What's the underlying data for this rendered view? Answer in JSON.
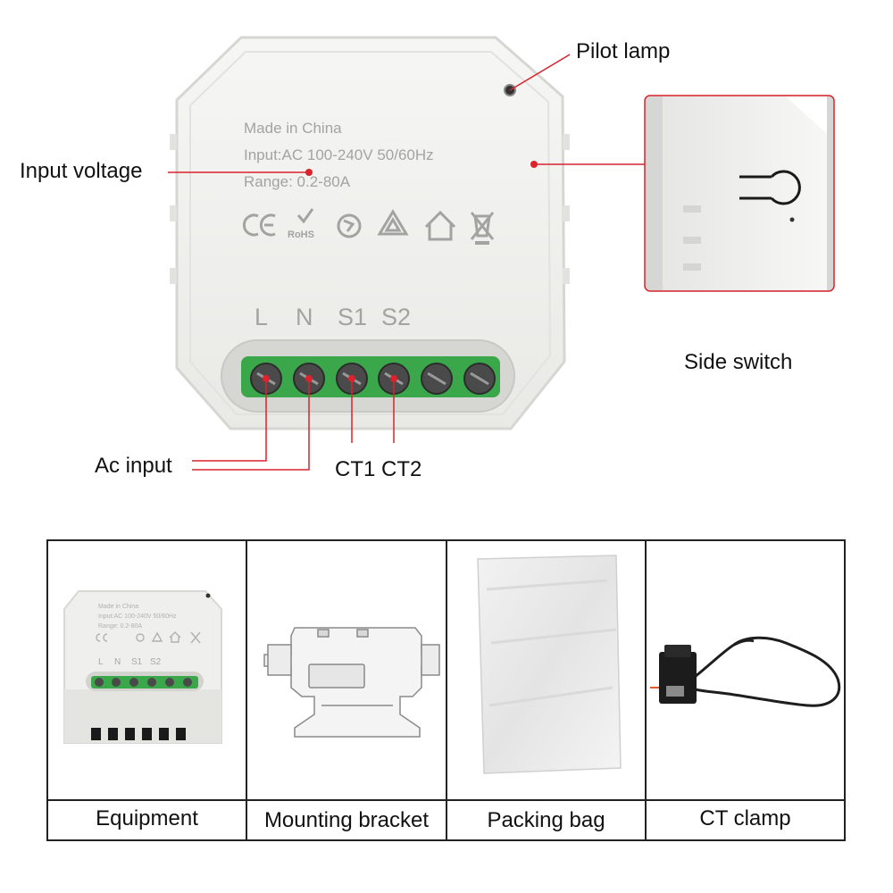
{
  "device": {
    "label_lines": [
      "Made in China",
      "Input:AC 100-240V  50/60Hz",
      "Range: 0.2-80A"
    ],
    "certifications": [
      "CE",
      "RoHS",
      "recycle",
      "recycle-triangle",
      "indoor-use",
      "weee"
    ],
    "terminals": [
      "L",
      "N",
      "S1",
      "S2"
    ]
  },
  "callouts": {
    "pilot_lamp": "Pilot lamp",
    "input_voltage": "Input voltage",
    "side_switch": "Side switch",
    "ac_input": "Ac input",
    "ct": "CT1 CT2"
  },
  "package": {
    "items": [
      {
        "caption": "Equipment"
      },
      {
        "caption": "Mounting bracket"
      },
      {
        "caption": "Packing bag"
      },
      {
        "caption": "CT clamp"
      }
    ]
  },
  "colors": {
    "callout_line": "#d9232d",
    "terminal_green": "#3aa84a",
    "device_white": "#f1f1ef",
    "device_edge": "#d9d9d6",
    "frame": "#222222"
  }
}
